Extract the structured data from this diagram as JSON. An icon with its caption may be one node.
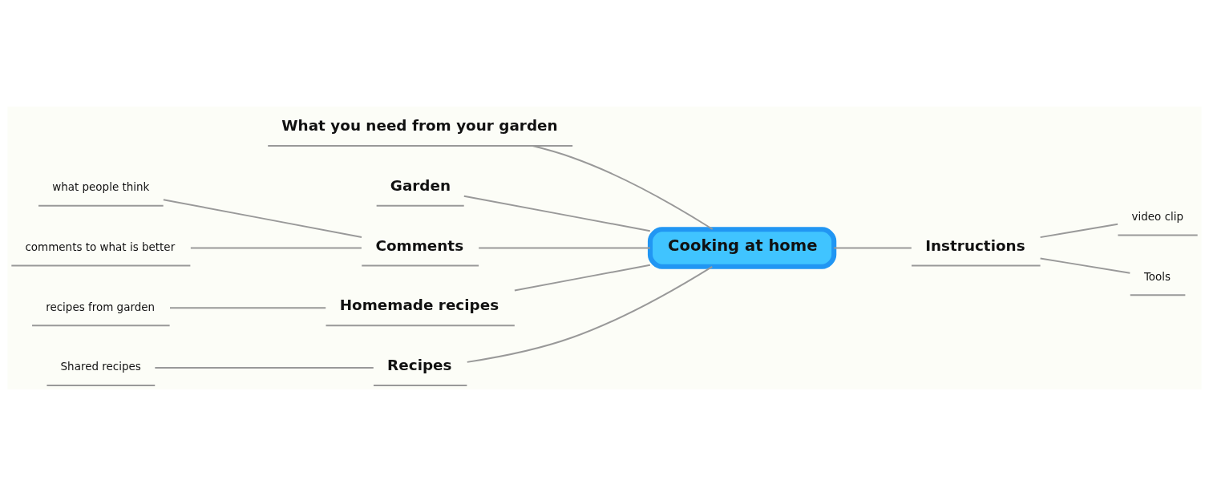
{
  "diagram": {
    "nodes": [
      {
        "text": [
          "Cooking at home"
        ]
      },
      {
        "text": [
          "What you need from your garden"
        ]
      },
      {
        "text": [
          "Garden"
        ]
      },
      {
        "text": [
          "Instructions"
        ]
      },
      {
        "text": [
          "video clip"
        ]
      },
      {
        "text": [
          "Tools"
        ]
      },
      {
        "text": [
          "Comments"
        ]
      },
      {
        "text": [
          "what people think"
        ]
      },
      {
        "text": [
          "comments to what is better"
        ]
      },
      {
        "text": [
          "Homemade recipes"
        ]
      },
      {
        "text": [
          "recipes from garden"
        ]
      },
      {
        "text": [
          "Recipes"
        ]
      },
      {
        "text": [
          "Shared recipes"
        ]
      }
    ],
    "edges": [
      {
        "from": 0,
        "to": 1,
        "arrow": "none"
      },
      {
        "from": 0,
        "to": 2,
        "arrow": "none"
      },
      {
        "from": 0,
        "to": 3,
        "arrow": "none"
      },
      {
        "from": 3,
        "to": 4,
        "arrow": "none"
      },
      {
        "from": 3,
        "to": 5,
        "arrow": "none"
      },
      {
        "from": 0,
        "to": 6,
        "arrow": "none"
      },
      {
        "from": 6,
        "to": 7,
        "arrow": "none"
      },
      {
        "from": 6,
        "to": 8,
        "arrow": "none"
      },
      {
        "from": 0,
        "to": 9,
        "arrow": "none"
      },
      {
        "from": 9,
        "to": 10,
        "arrow": "none"
      },
      {
        "from": 0,
        "to": 11,
        "arrow": "none"
      },
      {
        "from": 11,
        "to": 12,
        "arrow": "none"
      }
    ]
  }
}
